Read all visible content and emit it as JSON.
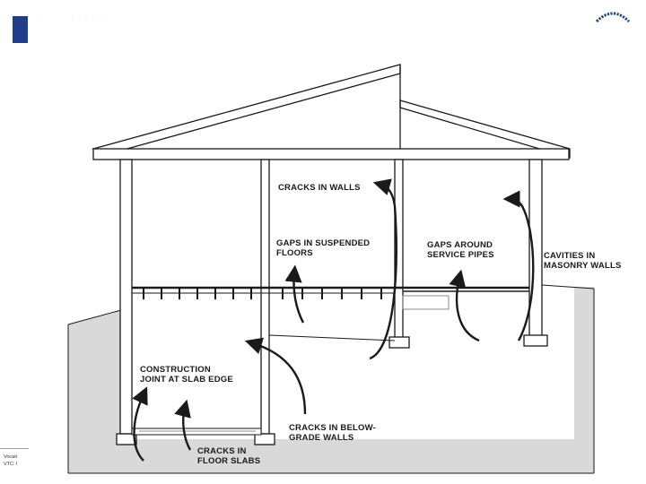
{
  "header": {
    "badge_color": "#1f3f8a",
    "accent_color": "#1f3f8a"
  },
  "diagram": {
    "labels": {
      "cracks_in_walls": "CRACKS IN WALLS",
      "gaps_suspended_1": "GAPS IN SUSPENDED",
      "gaps_suspended_2": "FLOORS",
      "gaps_pipes_1": "GAPS AROUND",
      "gaps_pipes_2": "SERVICE PIPES",
      "cavities_1": "CAVITIES IN",
      "cavities_2": "MASONRY WALLS",
      "construction_1": "CONSTRUCTION",
      "construction_2": "JOINT AT SLAB EDGE",
      "below_grade_1": "CRACKS IN BELOW-",
      "below_grade_2": "GRADE WALLS",
      "floor_slabs_1": "CRACKS IN",
      "floor_slabs_2": "FLOOR SLABS"
    },
    "colors": {
      "ground": "#d9d9d9",
      "line": "#1a1a1a"
    }
  },
  "footer": {
    "line1": "Vocati",
    "line2": "VTC: I"
  }
}
